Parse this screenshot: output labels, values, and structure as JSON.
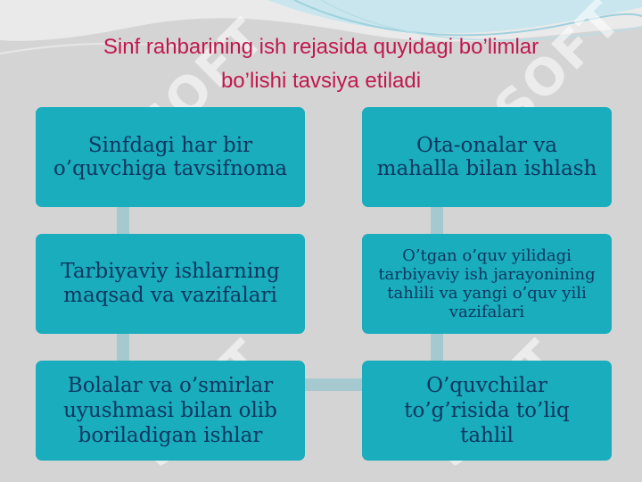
{
  "title": {
    "line1": "Sinf rahbarining ish rejasida quyidagi bo’limlar",
    "line2": "bo’lishi tavsiya etiladi"
  },
  "watermark_text": "SOFT",
  "colors": {
    "background": "#d4d4d4",
    "box_fill": "#19adbd",
    "box_text": "#0e3760",
    "connector": "#a6c9cf",
    "title": "#c0184e"
  },
  "left_boxes": [
    {
      "label": "Sinfdagi har bir o’quvchiga tavsifnoma"
    },
    {
      "label": "Tarbiyaviy ishlarning maqsad va vazifalari"
    },
    {
      "label": "Bolalar va o’smirlar uyushmasi bilan olib boriladigan ishlar"
    }
  ],
  "right_boxes": [
    {
      "label": "Ota-onalar va mahalla bilan ishlash"
    },
    {
      "label": "O’tgan o’quv yilidagi tarbiyaviy ish jarayonining tahlili va yangi o’quv yili vazifalari"
    },
    {
      "label": "O’quvchilar to’g’risida to’liq tahlil"
    }
  ]
}
